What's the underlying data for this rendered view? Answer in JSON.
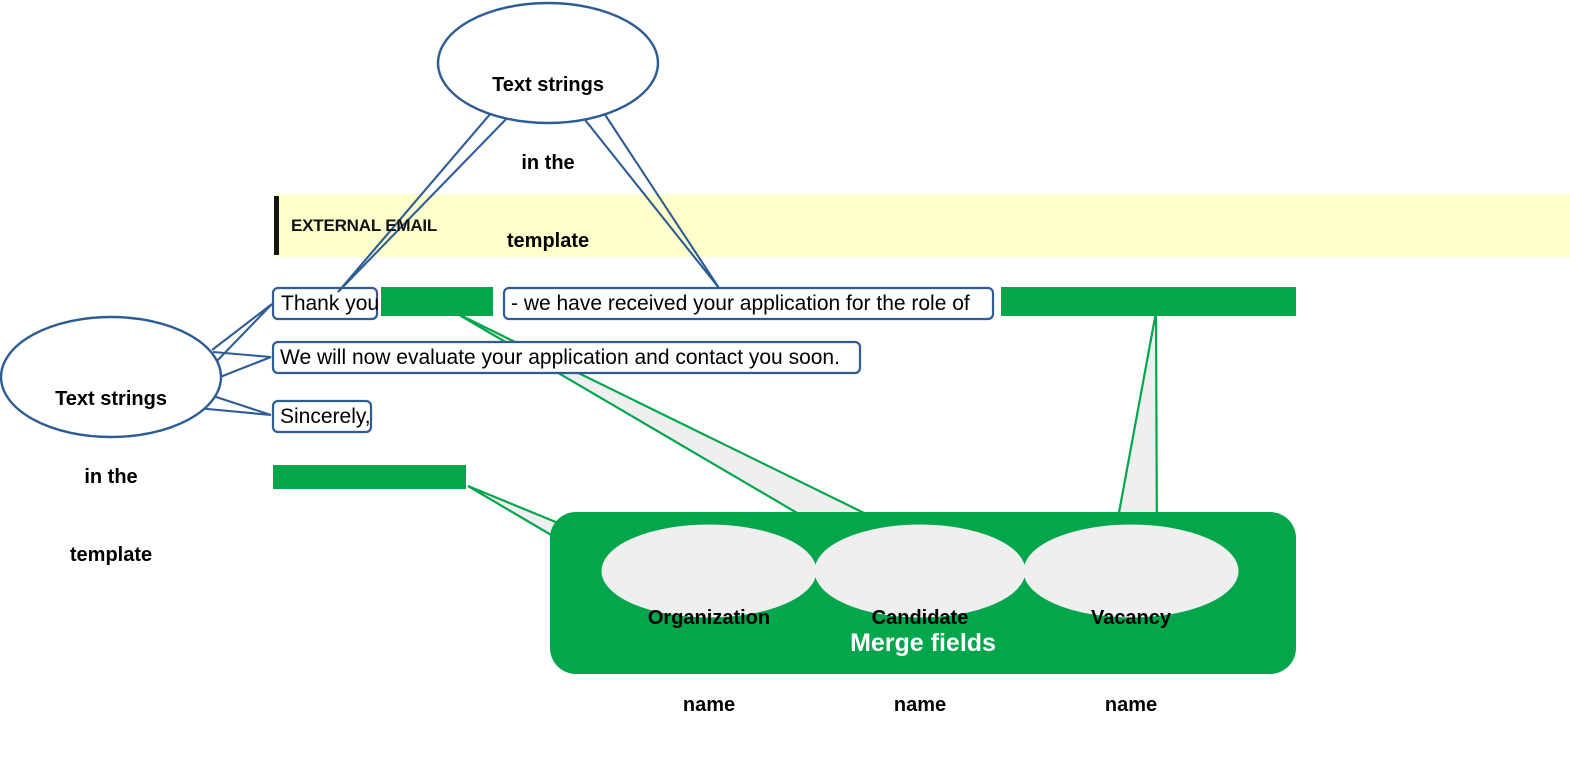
{
  "colors": {
    "blue_outline": "#2E5C94",
    "green": "#04A64B",
    "green_dark": "#00A651",
    "callout_fill": "#EFEFEF",
    "banner_yellow": "#FFFFCC",
    "banner_bar": "#111111",
    "white": "#FFFFFF"
  },
  "annotations": {
    "top_ellipse": {
      "line1": "Text strings",
      "line2": "in the",
      "line3": "template"
    },
    "left_ellipse": {
      "line1": "Text strings",
      "line2": "in the",
      "line3": "template"
    }
  },
  "email": {
    "banner": {
      "label": "EXTERNAL EMAIL"
    },
    "body": {
      "greeting_box": "Thank you",
      "sentence_box": "- we have received your application for the role of",
      "line2_box": "We will now evaluate your application and contact you soon.",
      "signoff_box": "Sincerely,",
      "redacted_fields": [
        {
          "name": "candidate-name-field",
          "value": ""
        },
        {
          "name": "vacancy-name-field",
          "value": ""
        },
        {
          "name": "organization-name-field",
          "value": ""
        }
      ]
    }
  },
  "merge_fields": {
    "title": "Merge fields",
    "items": [
      {
        "line1": "Organization",
        "line2": "name"
      },
      {
        "line1": "Candidate",
        "line2": "name"
      },
      {
        "line1": "Vacancy",
        "line2": "name"
      }
    ]
  }
}
